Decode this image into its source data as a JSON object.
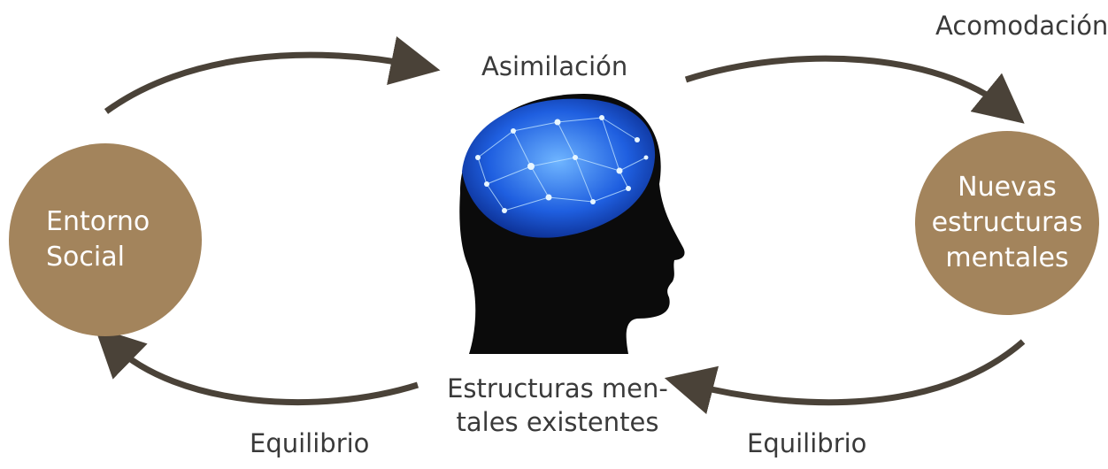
{
  "diagram": {
    "nodes": {
      "entorno": "Entorno\nSocial",
      "nuevas": "Nuevas\nestructuras\nmentales"
    },
    "labels": {
      "asimilacion": "Asimilación",
      "acomodacion": "Acomodación",
      "estructuras": "Estructuras men-\ntales existentes",
      "equilibrio_left": "Equilibrio",
      "equilibrio_right": "Equilibrio"
    },
    "center_image": "human-head-brain-network-icon",
    "colors": {
      "node_fill": "#a3845c",
      "arrow": "#4a4238",
      "brain_blue": "#1f5fe0"
    }
  }
}
